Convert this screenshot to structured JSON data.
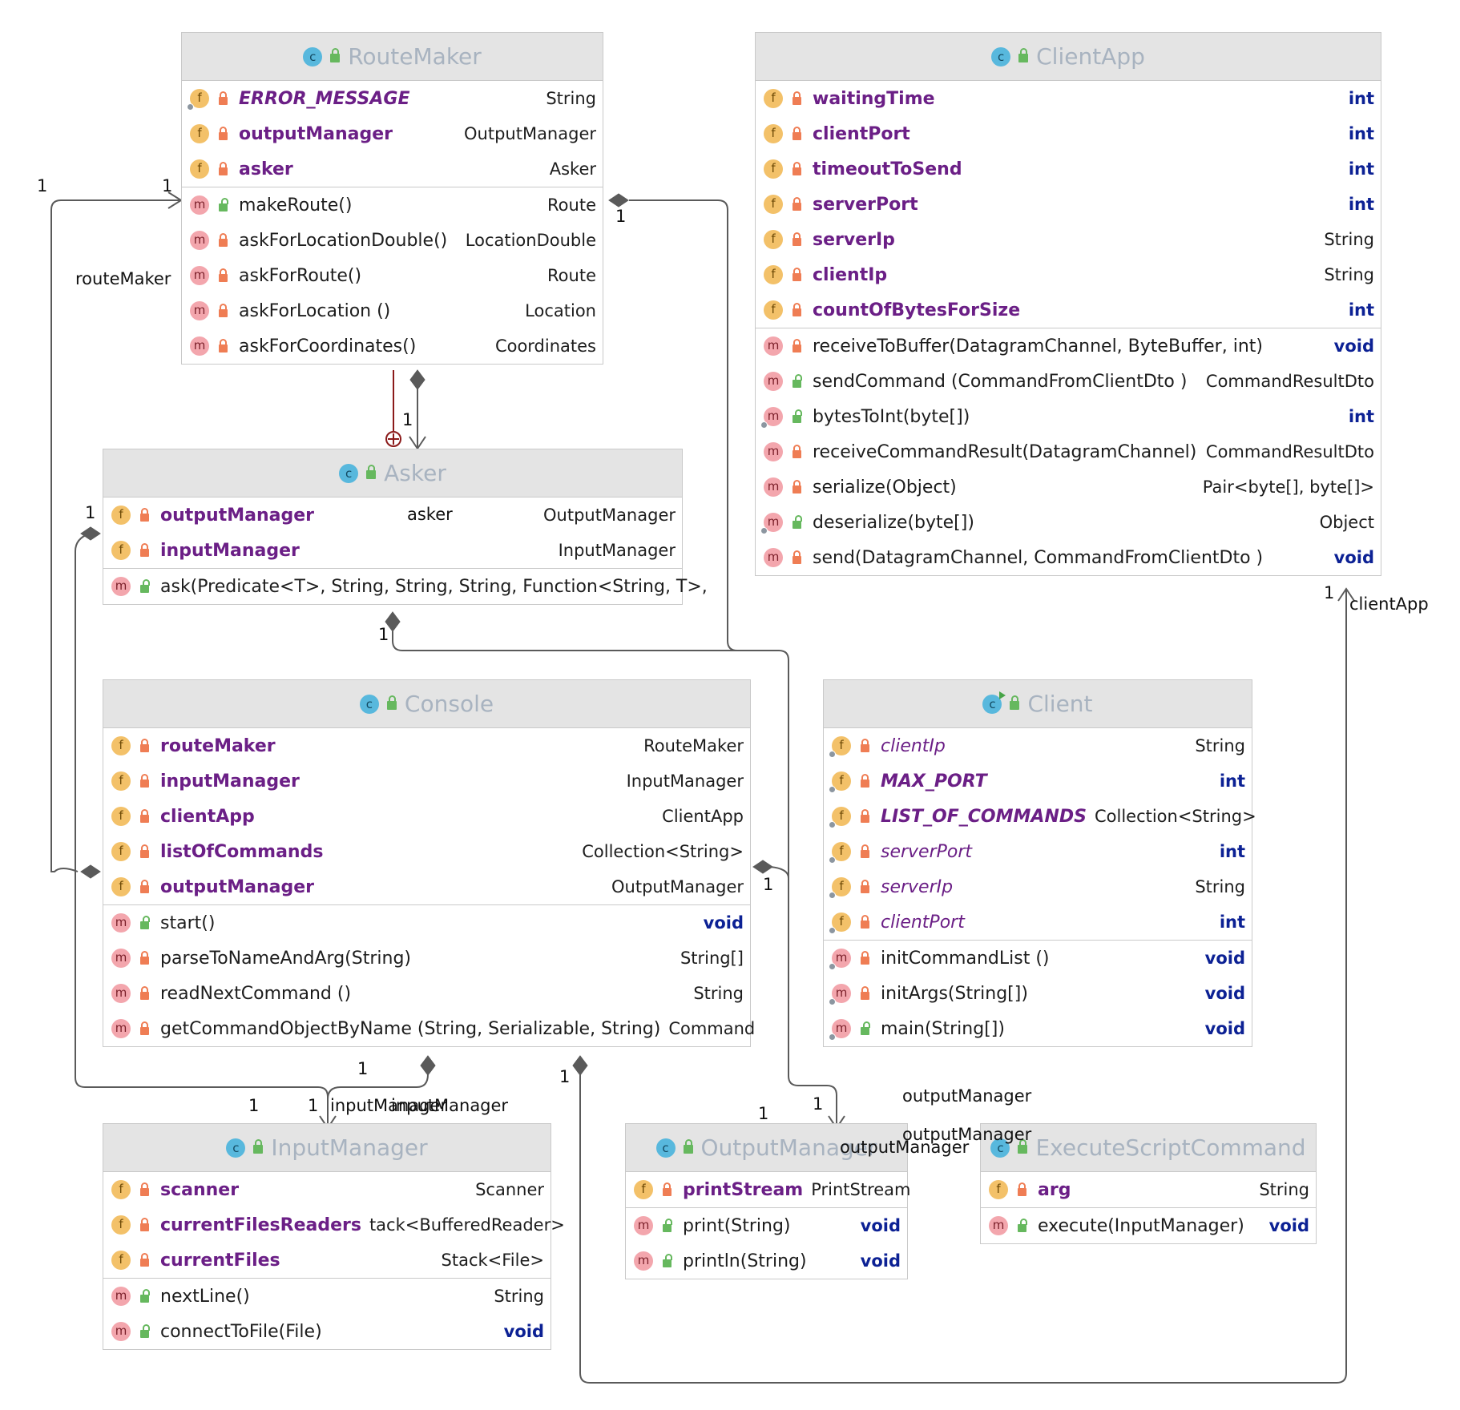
{
  "classes": {
    "route_maker": {
      "name": "RouteMaker",
      "fields": [
        {
          "name": "ERROR_MESSAGE",
          "type": "String"
        },
        {
          "name": "outputManager",
          "type": "OutputManager"
        },
        {
          "name": "asker",
          "type": "Asker"
        }
      ],
      "methods": [
        {
          "name": "makeRoute()",
          "type": "Route"
        },
        {
          "name": "askForLocationDouble()",
          "type": "LocationDouble"
        },
        {
          "name": "askForRoute()",
          "type": "Route"
        },
        {
          "name": "askForLocation ()",
          "type": "Location"
        },
        {
          "name": "askForCoordinates()",
          "type": "Coordinates"
        }
      ]
    },
    "client_app": {
      "name": "ClientApp",
      "fields": [
        {
          "name": "waitingTime",
          "type": "int"
        },
        {
          "name": "clientPort",
          "type": "int"
        },
        {
          "name": "timeoutToSend",
          "type": "int"
        },
        {
          "name": "serverPort",
          "type": "int"
        },
        {
          "name": "serverIp",
          "type": "String"
        },
        {
          "name": "clientIp",
          "type": "String"
        },
        {
          "name": "countOfBytesForSize",
          "type": "int"
        }
      ],
      "methods": [
        {
          "name": "receiveToBuffer(DatagramChannel, ByteBuffer, int)",
          "type": "void"
        },
        {
          "name": "sendCommand (CommandFromClientDto )",
          "type": "CommandResultDto"
        },
        {
          "name": "bytesToInt(byte[])",
          "type": "int"
        },
        {
          "name": "receiveCommandResult(DatagramChannel)",
          "type": "CommandResultDto"
        },
        {
          "name": "serialize(Object)",
          "type": "Pair<byte[], byte[]>"
        },
        {
          "name": "deserialize(byte[])",
          "type": "Object"
        },
        {
          "name": "send(DatagramChannel, CommandFromClientDto )",
          "type": "void"
        }
      ]
    },
    "asker": {
      "name": "Asker",
      "fields": [
        {
          "name": "outputManager",
          "type": "OutputManager"
        },
        {
          "name": "inputManager",
          "type": "InputManager"
        }
      ],
      "methods": [
        {
          "name": "ask(Predicate<T>, String, String, String, Function<String, T>,",
          "type": ""
        }
      ]
    },
    "console": {
      "name": "Console",
      "fields": [
        {
          "name": "routeMaker",
          "type": "RouteMaker"
        },
        {
          "name": "inputManager",
          "type": "InputManager"
        },
        {
          "name": "clientApp",
          "type": "ClientApp"
        },
        {
          "name": "listOfCommands",
          "type": "Collection<String>"
        },
        {
          "name": "outputManager",
          "type": "OutputManager"
        }
      ],
      "methods": [
        {
          "name": "start()",
          "type": "void"
        },
        {
          "name": "parseToNameAndArg(String)",
          "type": "String[]"
        },
        {
          "name": "readNextCommand ()",
          "type": "String"
        },
        {
          "name": "getCommandObjectByName (String, Serializable, String)",
          "type": "Command"
        }
      ]
    },
    "client": {
      "name": "Client",
      "fields": [
        {
          "name": "clientIp",
          "type": "String"
        },
        {
          "name": "MAX_PORT",
          "type": "int"
        },
        {
          "name": "LIST_OF_COMMANDS",
          "type": "Collection<String>"
        },
        {
          "name": "serverPort",
          "type": "int"
        },
        {
          "name": "serverIp",
          "type": "String"
        },
        {
          "name": "clientPort",
          "type": "int"
        }
      ],
      "methods": [
        {
          "name": "initCommandList ()",
          "type": "void"
        },
        {
          "name": "initArgs(String[])",
          "type": "void"
        },
        {
          "name": "main(String[])",
          "type": "void"
        }
      ]
    },
    "input_manager": {
      "name": "InputManager",
      "fields": [
        {
          "name": "scanner",
          "type": "Scanner"
        },
        {
          "name": "currentFilesReaders",
          "type": "tack<BufferedReader>"
        },
        {
          "name": "currentFiles",
          "type": "Stack<File>"
        }
      ],
      "methods": [
        {
          "name": "nextLine()",
          "type": "String"
        },
        {
          "name": "connectToFile(File)",
          "type": "void"
        }
      ]
    },
    "output_manager": {
      "name": "OutputManager",
      "fields": [
        {
          "name": "printStream",
          "type": "PrintStream"
        }
      ],
      "methods": [
        {
          "name": "print(String)",
          "type": "void"
        },
        {
          "name": "println(String)",
          "type": "void"
        }
      ]
    },
    "execute_script_command": {
      "name": "ExecuteScriptCommand",
      "fields": [
        {
          "name": "arg",
          "type": "String"
        }
      ],
      "methods": [
        {
          "name": "execute(InputManager)",
          "type": "void"
        }
      ]
    }
  },
  "labels": {
    "class_kind_letter": "c",
    "field_letter": "f",
    "method_letter": "m",
    "one": "1",
    "route_maker_role": "routeMaker",
    "asker_role": "asker",
    "client_app_role": "clientApp",
    "input_manager_role": "inputManager",
    "output_manager_role": "outputManager"
  },
  "colors": {
    "keyword": "#0c2194",
    "field_name": "#6b1f86",
    "header_bg": "#e4e4e4",
    "header_title": "#a8b3c0",
    "wire": "#5a5a5a",
    "inner_class_wire": "#8b1a1a"
  }
}
